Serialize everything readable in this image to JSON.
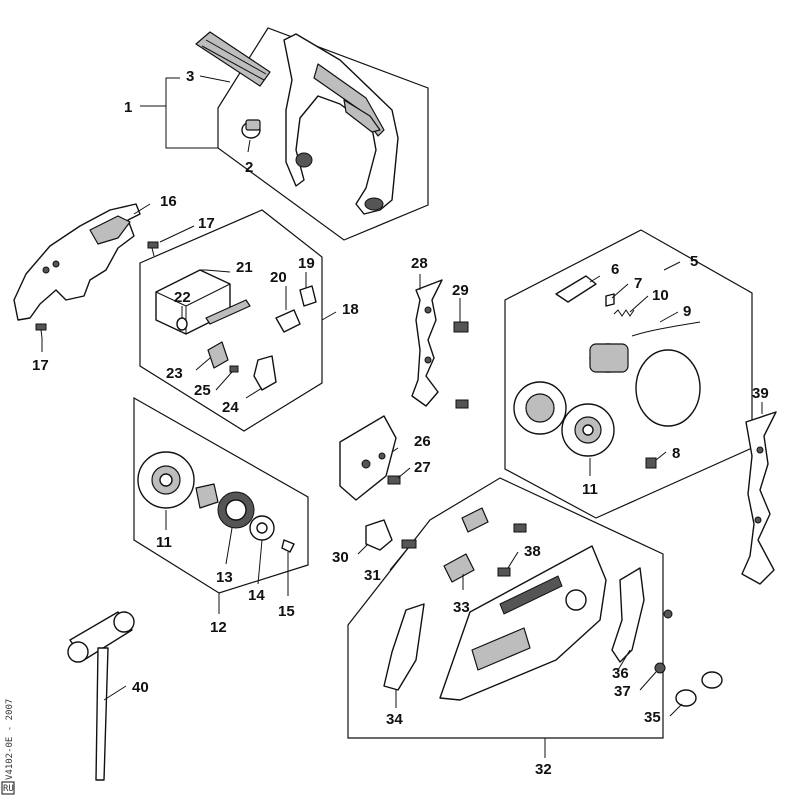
{
  "labels": [
    "1",
    "2",
    "3",
    "5",
    "6",
    "7",
    "8",
    "9",
    "10",
    "11",
    "11",
    "12",
    "13",
    "14",
    "15",
    "16",
    "17",
    "17",
    "18",
    "19",
    "20",
    "21",
    "22",
    "23",
    "24",
    "25",
    "26",
    "27",
    "28",
    "29",
    "30",
    "31",
    "32",
    "33",
    "34",
    "35",
    "36",
    "37",
    "38",
    "39",
    "40"
  ],
  "doc_code": "V4102-0E - 2007",
  "doc_mark": "RU",
  "colors": {
    "line": "#111111",
    "part_gray": "#bdbdbd",
    "dark": "#555555"
  }
}
